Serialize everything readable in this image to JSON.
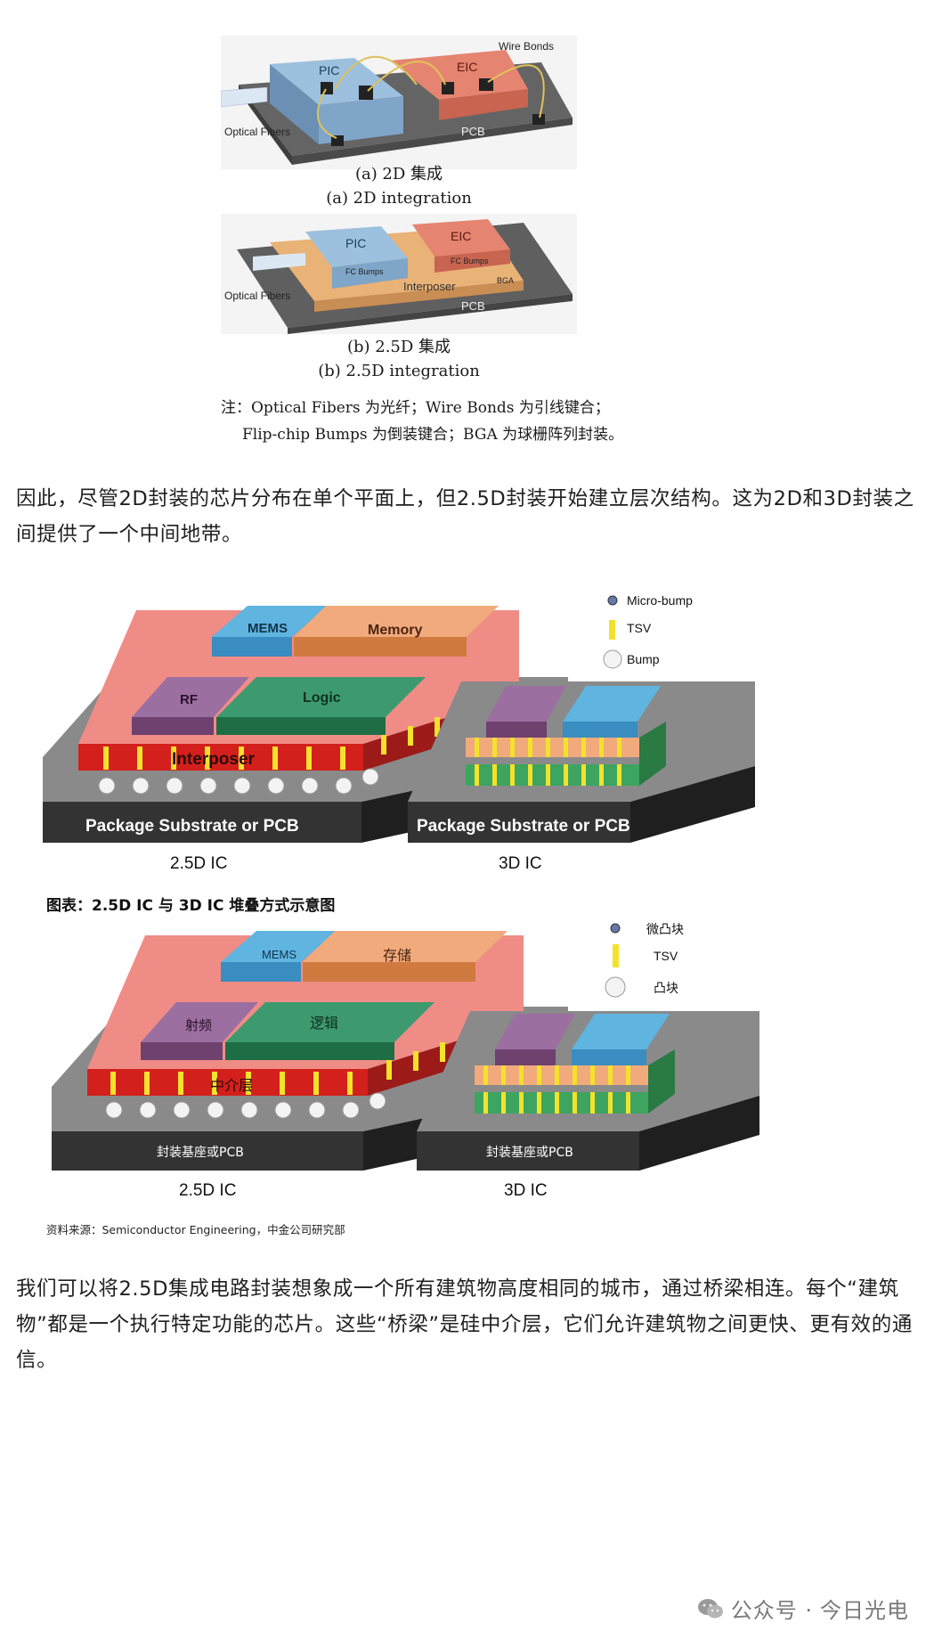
{
  "fig1": {
    "a": {
      "labels": {
        "pic": "PIC",
        "eic": "EIC",
        "wire_bonds": "Wire Bonds",
        "optical_fibers": "Optical Fibers",
        "pcb": "PCB"
      },
      "caption_cn": "(a) 2D 集成",
      "caption_en": "(a) 2D integration"
    },
    "b": {
      "labels": {
        "pic": "PIC",
        "eic": "EIC",
        "fc_bumps_1": "FC Bumps",
        "fc_bumps_2": "FC Bumps",
        "interposer": "Interposer",
        "bga": "BGA",
        "optical_fibers": "Optical Fibers",
        "pcb": "PCB"
      },
      "caption_cn": "(b) 2.5D 集成",
      "caption_en": "(b) 2.5D integration"
    },
    "note_line1": "注：Optical Fibers 为光纤；Wire Bonds 为引线键合；",
    "note_line2": "Flip-chip Bumps 为倒装键合；BGA 为球栅阵列封装。"
  },
  "para1": "因此，尽管2D封装的芯片分布在单个平面上，但2.5D封装开始建立层次结构。这为2D和3D封装之间提供了一个中间地带。",
  "fig2": {
    "en": {
      "mems": "MEMS",
      "memory": "Memory",
      "rf": "RF",
      "logic": "Logic",
      "interposer": "Interposer",
      "substrate_left": "Package Substrate or PCB",
      "substrate_right": "Package Substrate or PCB",
      "label_25d": "2.5D IC",
      "label_3d": "3D IC",
      "legend_micro": "Micro-bump",
      "legend_tsv": "TSV",
      "legend_bump": "Bump"
    },
    "title": "图表：2.5D IC 与 3D IC 堆叠方式示意图",
    "cn": {
      "mems": "MEMS",
      "memory": "存储",
      "rf": "射频",
      "logic": "逻辑",
      "interposer": "中介层",
      "substrate_left": "封装基座或PCB",
      "substrate_right": "封装基座或PCB",
      "label_25d": "2.5D IC",
      "label_3d": "3D IC",
      "legend_micro": "微凸块",
      "legend_tsv": "TSV",
      "legend_bump": "凸块"
    },
    "source": "资料来源：Semiconductor Engineering，中金公司研究部"
  },
  "para2": "我们可以将2.5D集成电路封装想象成一个所有建筑物高度相同的城市，通过桥梁相连。每个“建筑物”都是一个执行特定功能的芯片。这些“桥梁”是硅中介层，它们允许建筑物之间更快、更有效的通信。",
  "watermark": {
    "prefix": "公众号 · ",
    "name": "今日光电"
  },
  "colors": {
    "pic": "#8fb4d6",
    "eic": "#e07a66",
    "pcb": "#7a7a7a",
    "interposer": "#f1b77c",
    "mems": "#5fb4e0",
    "memory": "#f1aa7c",
    "rf": "#9c6fa1",
    "logic": "#3d9a6e",
    "interposer_red": "#f08c86",
    "tsv": "#f3e22b"
  }
}
